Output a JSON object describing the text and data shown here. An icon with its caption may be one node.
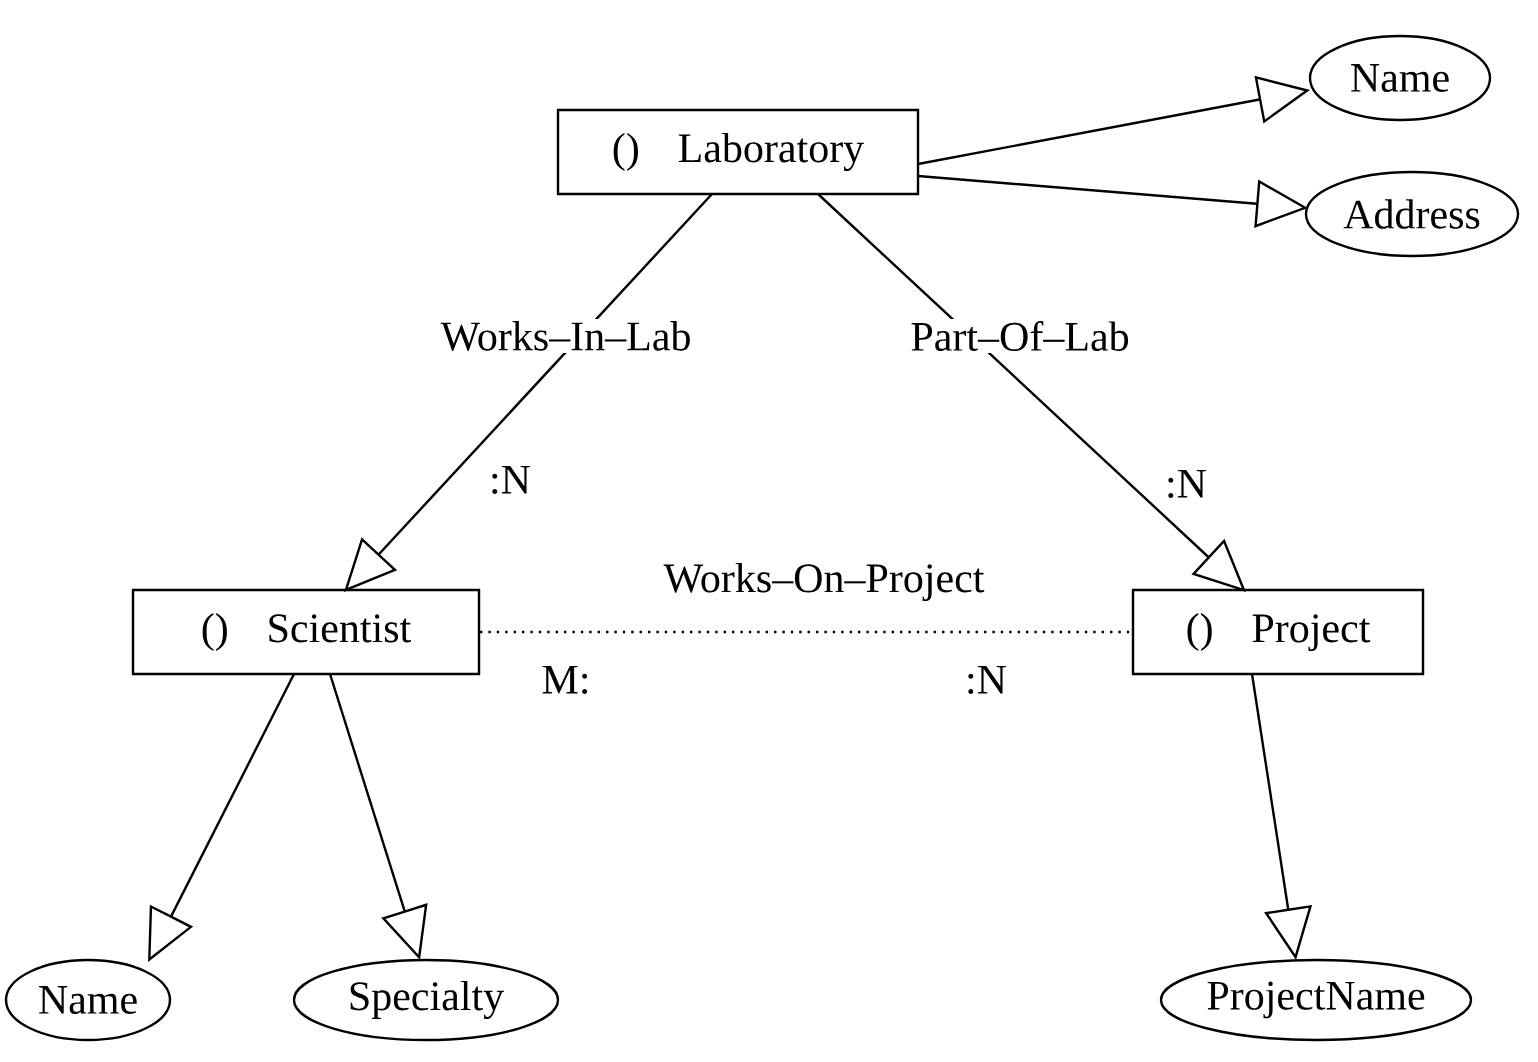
{
  "diagram": {
    "nodes": [
      {
        "text": [
          "()",
          "Laboratory"
        ]
      },
      {
        "text": [
          "Name"
        ]
      },
      {
        "text": [
          "Address"
        ]
      },
      {
        "text": [
          "()",
          "Scientist"
        ]
      },
      {
        "text": [
          "()",
          "Project"
        ]
      },
      {
        "text": [
          "Name"
        ]
      },
      {
        "text": [
          "Specialty"
        ]
      },
      {
        "text": [
          "ProjectName"
        ]
      }
    ],
    "edges": [
      {
        "from": 0,
        "to": 1,
        "arrow": "to"
      },
      {
        "from": 0,
        "to": 2,
        "arrow": "to"
      },
      {
        "from": 0,
        "to": 3,
        "arrow": "to",
        "label": "Works–In–Lab"
      },
      {
        "from": 0,
        "to": 4,
        "arrow": "to",
        "label": "Part–Of–Lab"
      },
      {
        "from": 3,
        "to": 4,
        "arrow": "none",
        "label": "Works–On–Project",
        "style": "dashed"
      },
      {
        "from": 3,
        "to": 5,
        "arrow": "to"
      },
      {
        "from": 3,
        "to": 6,
        "arrow": "to"
      },
      {
        "from": 4,
        "to": 7,
        "arrow": "to"
      }
    ],
    "labels": [
      ":N",
      ":N",
      "M:",
      ":N"
    ]
  }
}
